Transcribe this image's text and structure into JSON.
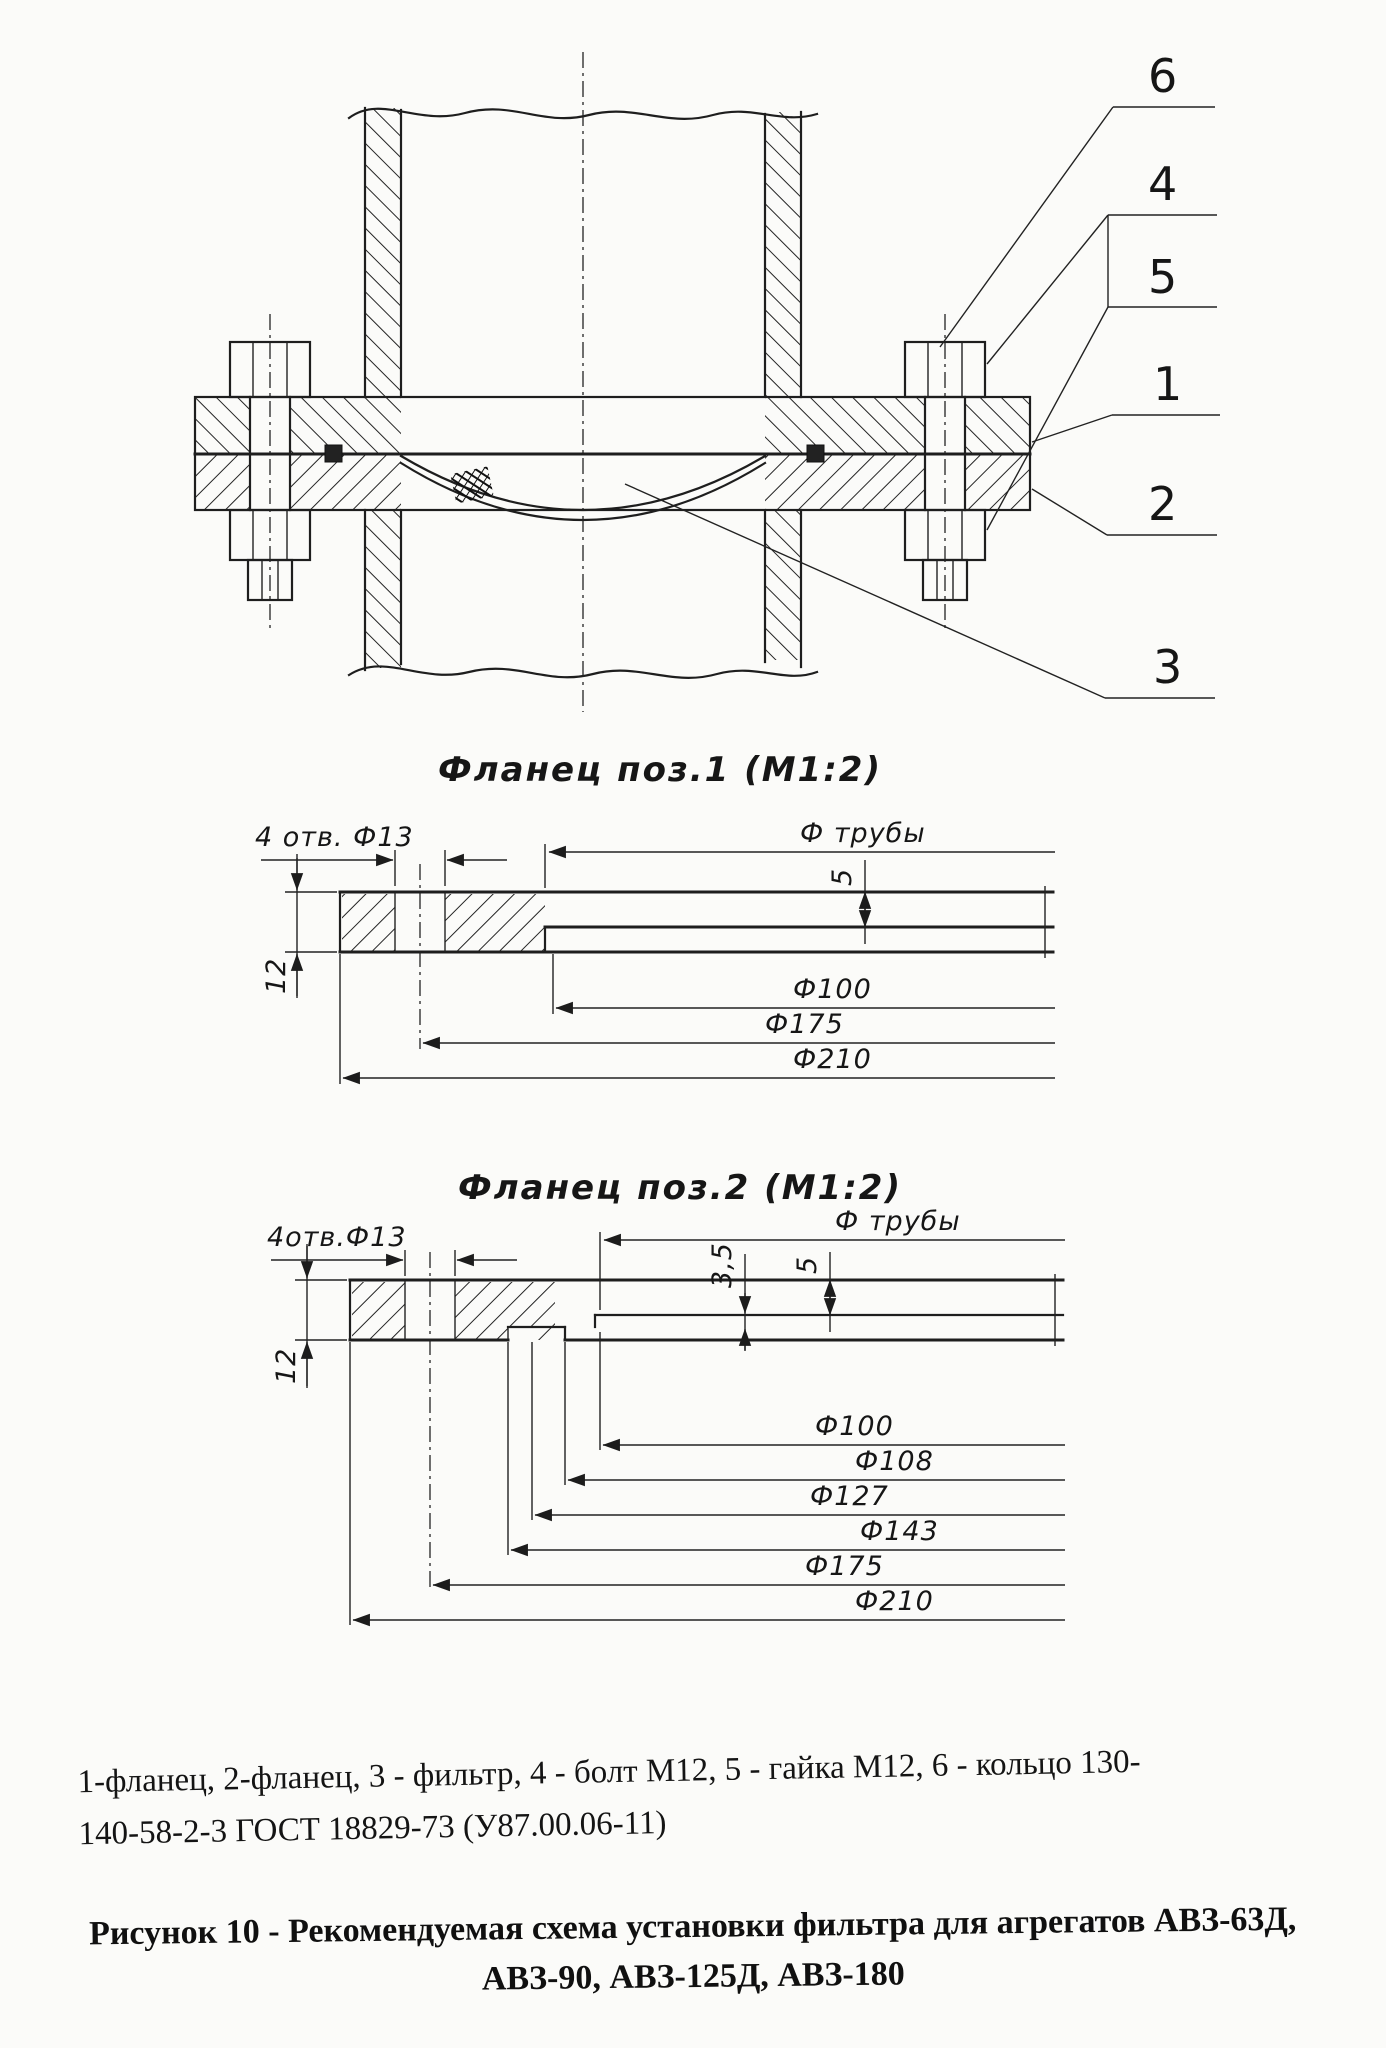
{
  "page": {
    "background": "#fbfbf9",
    "ink": "#1e1e1e"
  },
  "assembly": {
    "description": "filter installed between two pipe flanges, sectional view",
    "callouts": {
      "c6": "6",
      "c4": "4",
      "c5": "5",
      "c1": "1",
      "c2": "2",
      "c3": "3"
    }
  },
  "flange1": {
    "title": "Фланец поз.1 (М1:2)",
    "dims": {
      "holes": "4 отв. Ф13",
      "pipe": "Ф трубы",
      "wall": "5",
      "thickness": "12",
      "d100": "Ф100",
      "d175": "Ф175",
      "d210": "Ф210"
    }
  },
  "flange2": {
    "title": "Фланец поз.2 (М1:2)",
    "dims": {
      "holes": "4отв.Ф13",
      "pipe": "Ф трубы",
      "step": "3,5",
      "wall": "5",
      "thickness": "12",
      "d100": "Ф100",
      "d108": "Ф108",
      "d127": "Ф127",
      "d143": "Ф143",
      "d175": "Ф175",
      "d210": "Ф210"
    }
  },
  "caption": {
    "line1": "1-фланец, 2-фланец, 3 - фильтр, 4 - болт М12, 5 - гайка М12, 6 - кольцо 130-",
    "line2": "140-58-2-3 ГОСТ 18829-73 (У87.00.06-11)"
  },
  "figure_caption": {
    "line1": "Рисунок 10 - Рекомендуемая схема установки фильтра для агрегатов АВЗ-63Д,",
    "line2": "АВЗ-90, АВЗ-125Д, АВЗ-180"
  }
}
